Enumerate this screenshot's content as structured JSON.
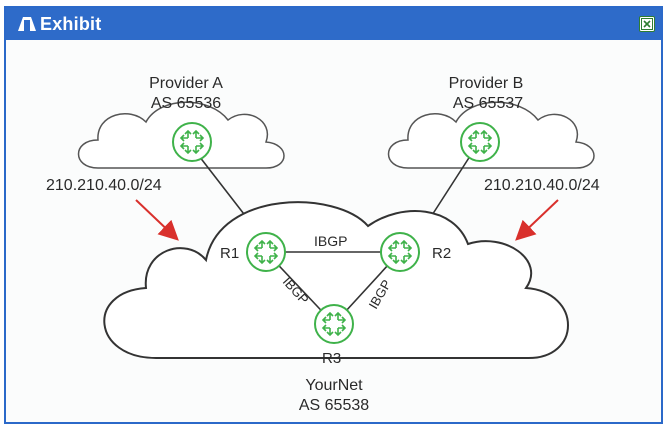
{
  "window": {
    "title": "Exhibit",
    "icon": "exhibit-icon",
    "close_icon": "close-icon",
    "title_color": "#2e6bc9"
  },
  "diagram": {
    "provider_a": {
      "name": "Provider A",
      "as": "AS 65536"
    },
    "provider_b": {
      "name": "Provider B",
      "as": "AS 65537"
    },
    "prefix_left": "210.210.40.0/24",
    "prefix_right": "210.210.40.0/24",
    "your_net": {
      "name": "YourNet",
      "as": "AS 65538"
    },
    "routers": {
      "r1": "R1",
      "r2": "R2",
      "r3": "R3"
    },
    "links": {
      "r1_r2": "IBGP",
      "r1_r3": "IBGP",
      "r2_r3": "IBGP"
    },
    "router_color": "#3fb24a",
    "arrow_color": "#d9302c"
  }
}
